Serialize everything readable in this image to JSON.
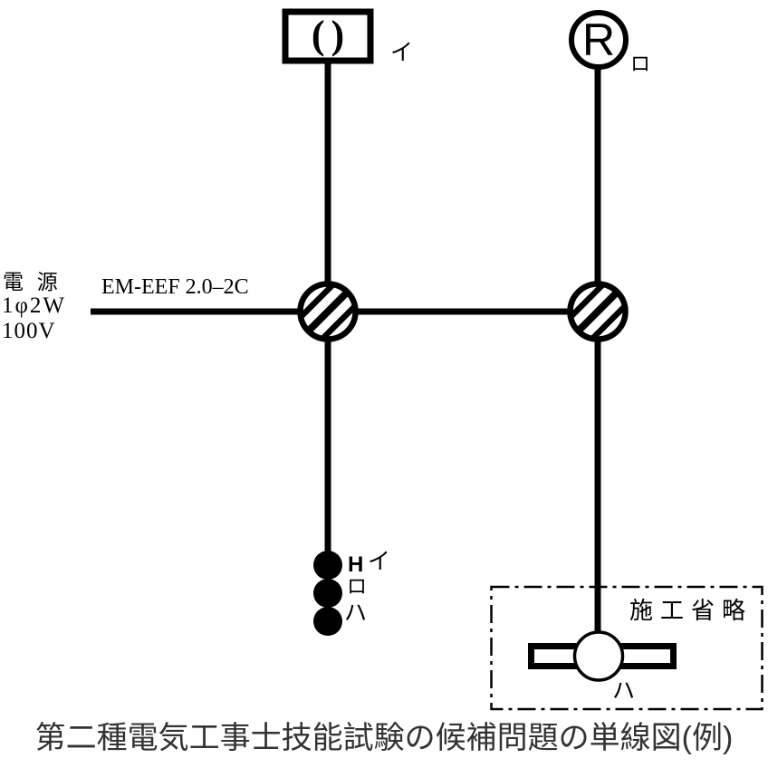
{
  "diagram": {
    "caption": "第二種電気工事士技能試験の候補問題の単線図(例)",
    "power_source": {
      "line1": "電 源",
      "line2": "1φ2W",
      "line3": "100V"
    },
    "cable_label": "EM-EEF 2.0–2C",
    "ceiling_light": {
      "symbol": "()",
      "label": "イ"
    },
    "lamp_receptacle": {
      "symbol": "R",
      "label": "ロ"
    },
    "switches": {
      "type_mark": "H",
      "labels": [
        "イ",
        "ロ",
        "ハ"
      ]
    },
    "omitted_section": {
      "label": "施工省略"
    },
    "fluorescent_light": {
      "label": "ハ"
    },
    "colors": {
      "line": "#000000",
      "caption": "#333333",
      "background": "#ffffff"
    }
  }
}
